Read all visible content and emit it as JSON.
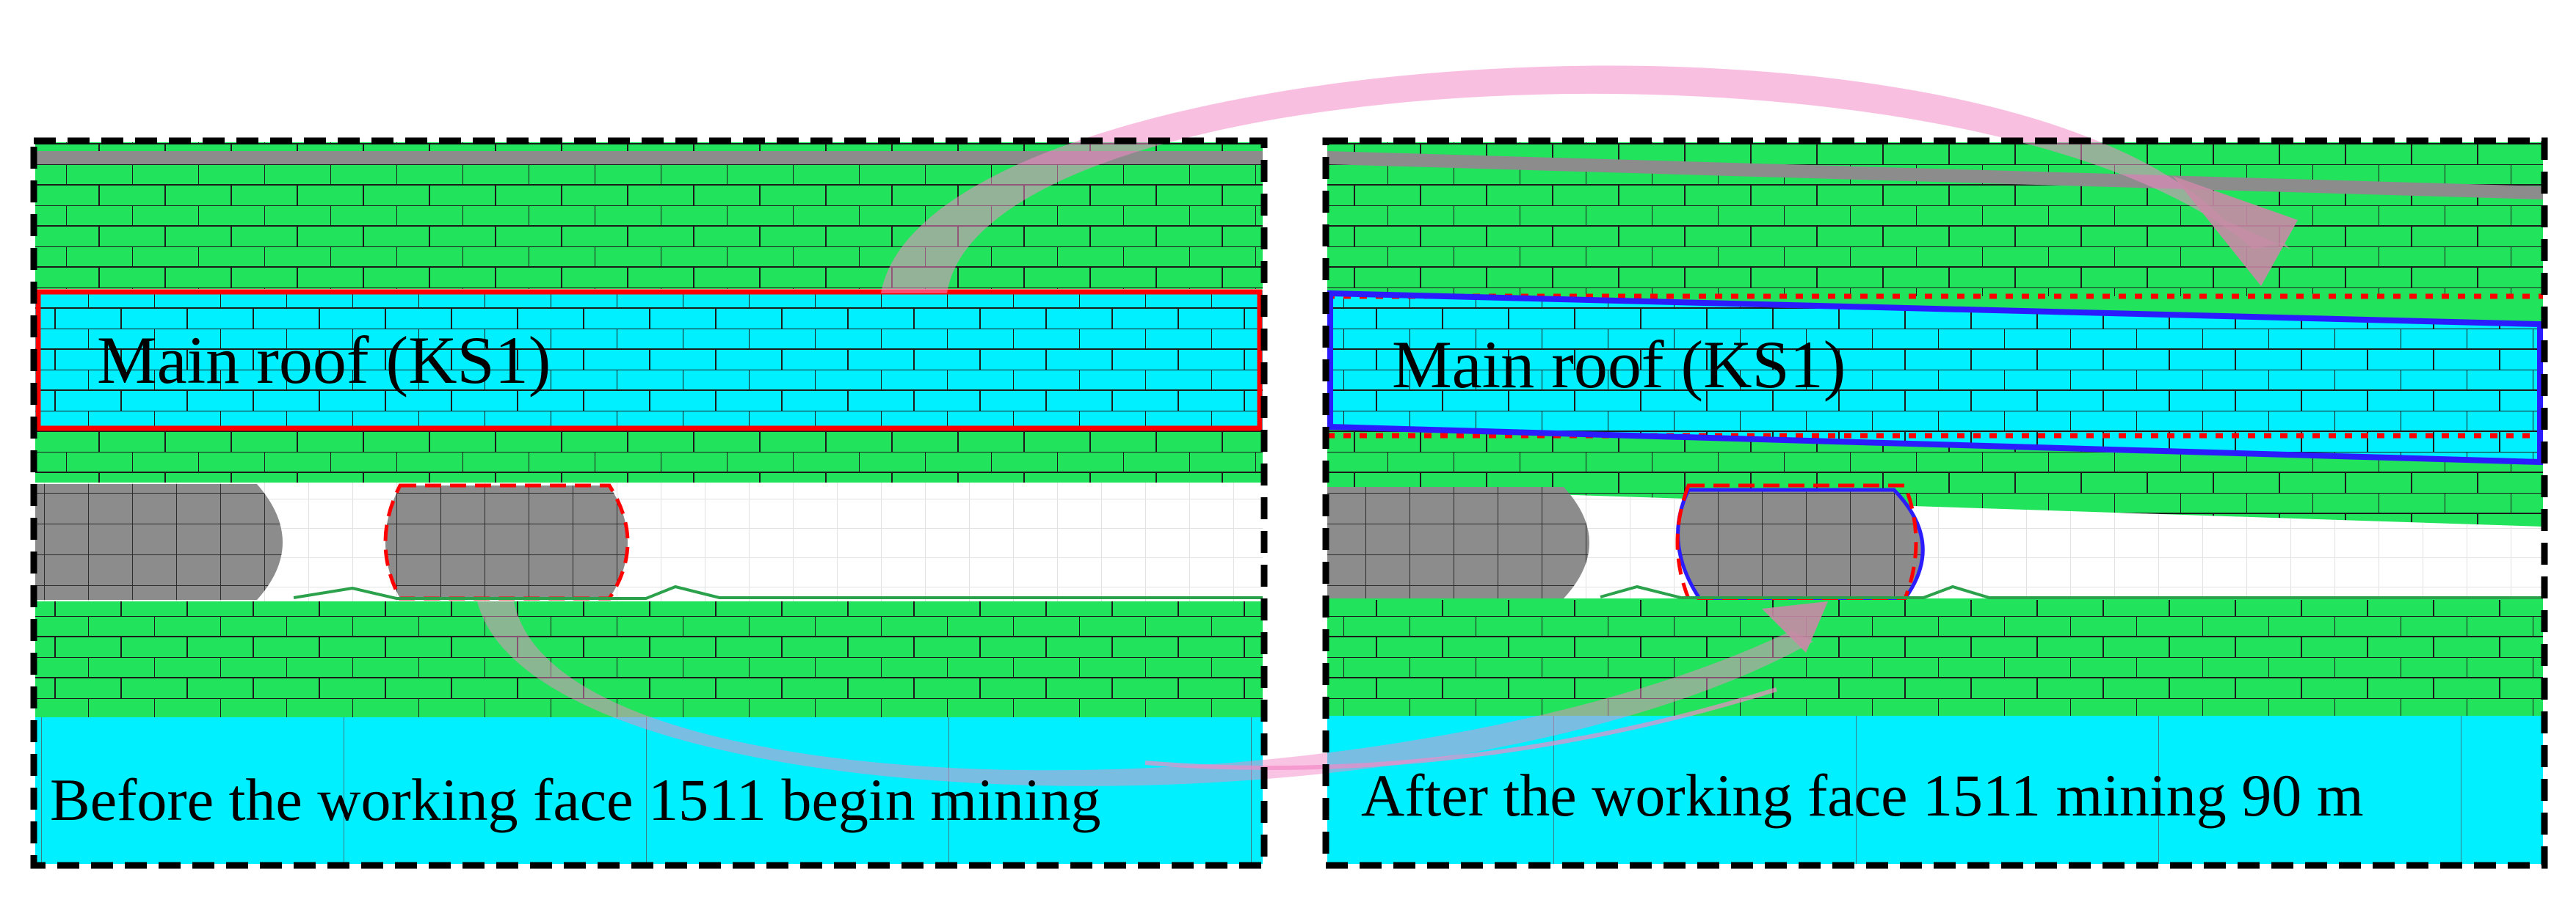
{
  "panels": [
    {
      "id": "before",
      "roof_label": "Main roof (KS1)",
      "caption": "Before the working face 1511 begin mining"
    },
    {
      "id": "after",
      "roof_label": "Main roof (KS1)",
      "caption": "After the working face 1511  mining 90 m"
    }
  ],
  "colors": {
    "rock_green": "#21e35c",
    "roof_cyan": "#00f0ff",
    "floor_cyan": "#00f0ff",
    "coal_gray": "#8c8c8c",
    "before_outline": "#ff0000",
    "after_outline": "#2a1cff",
    "arrow_pink": "#f48ac8",
    "frame": "#000000",
    "thin_layer_gray": "#8c8c8c",
    "ground_line": "#2aa14a"
  }
}
